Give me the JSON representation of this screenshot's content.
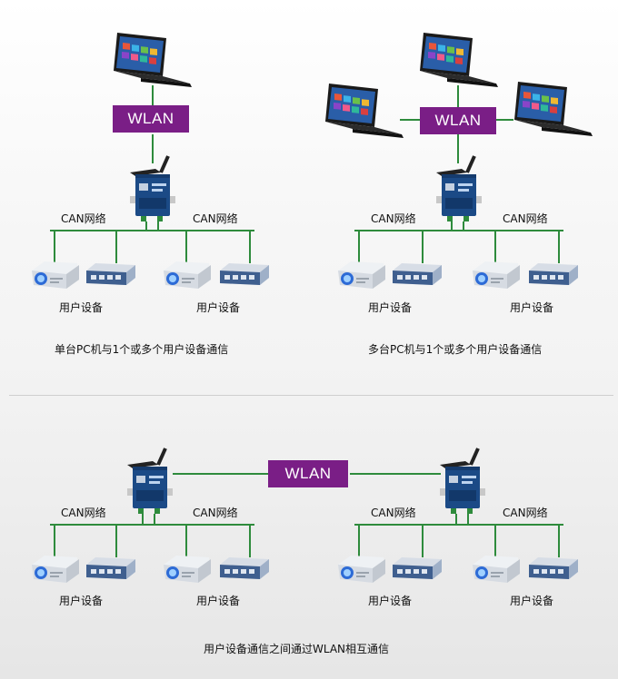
{
  "wlan_label": "WLAN",
  "can_label": "CAN网络",
  "device_label": "用户设备",
  "captions": {
    "top_left": "单台PC机与1个或多个用户设备通信",
    "top_right": "多台PC机与1个或多个用户设备通信",
    "bottom": "用户设备通信之间通过WLAN相互通信"
  },
  "colors": {
    "wlan_box": "#7a1e86",
    "link_line": "#2e8b3c",
    "gateway_body": "#1b4a86"
  },
  "icons": [
    "laptop-icon",
    "wireless-gateway-icon",
    "projector-icon",
    "switch-icon"
  ]
}
